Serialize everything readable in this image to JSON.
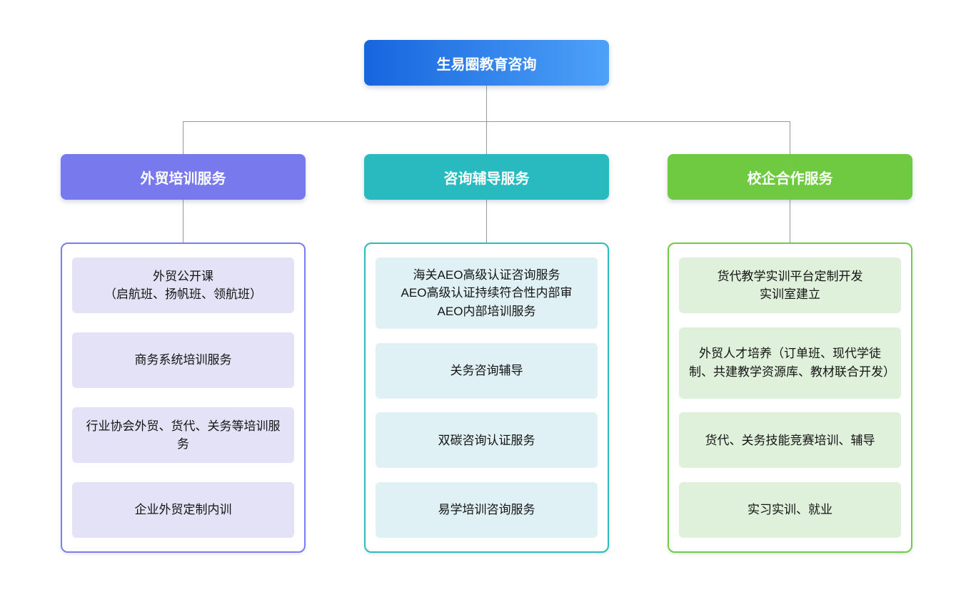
{
  "root": {
    "label": "生易圈教育咨询",
    "gradient_from": "#1765DE",
    "gradient_to": "#4EA1F8"
  },
  "connector_color": "#8D99A4",
  "branches": [
    {
      "label": "外贸培训服务",
      "color": "#7779EC",
      "item_bg": "#E4E2F7",
      "items": [
        "外贸公开课\n（启航班、扬帆班、领航班）",
        "商务系统培训服务",
        "行业协会外贸、货代、关务等培训服务",
        "企业外贸定制内训"
      ]
    },
    {
      "label": "咨询辅导服务",
      "color": "#29BABF",
      "item_bg": "#DFF1F4",
      "items": [
        "海关AEO高级认证咨询服务\nAEO高级认证持续符合性内部审\nAEO内部培训服务",
        "关务咨询辅导",
        "双碳咨询认证服务",
        "易学培训咨询服务"
      ]
    },
    {
      "label": "校企合作服务",
      "color": "#6FCA42",
      "item_bg": "#DFF0DB",
      "items": [
        "货代教学实训平台定制开发\n实训室建立",
        "外贸人才培养（订单班、现代学徒制、共建教学资源库、教材联合开发）",
        "货代、关务技能竞赛培训、辅导",
        "实习实训、就业"
      ]
    }
  ]
}
